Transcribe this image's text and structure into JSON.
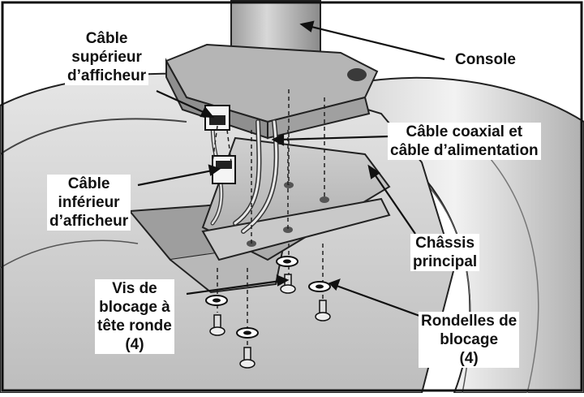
{
  "diagram": {
    "callouts": [
      {
        "id": "console",
        "lines": [
          "Console"
        ]
      },
      {
        "id": "upper-display-cable",
        "lines": [
          "Câble",
          "supérieur",
          "d’afficheur"
        ]
      },
      {
        "id": "coax-power-cable",
        "lines": [
          "Câble coaxial et",
          "câble d’alimentation"
        ]
      },
      {
        "id": "lower-display-cable",
        "lines": [
          "Câble",
          "inférieur",
          "d’afficheur"
        ]
      },
      {
        "id": "main-frame",
        "lines": [
          "Châssis",
          "principal"
        ]
      },
      {
        "id": "button-head-screws",
        "lines": [
          "Vis de",
          "blocage à",
          "tête ronde",
          "(4)"
        ]
      },
      {
        "id": "lock-washers",
        "lines": [
          "Rondelles de",
          "blocage",
          "(4)"
        ]
      }
    ]
  }
}
